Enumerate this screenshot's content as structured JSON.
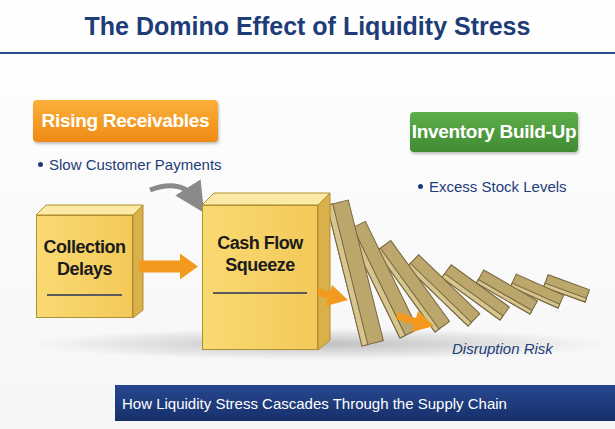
{
  "diagram": {
    "title": "The Domino Effect of Liquidity Stress",
    "caption": "How Liquidity Stress Cascades Through the Supply Chain",
    "nodes": [
      {
        "text": [
          "Rising Receivables"
        ]
      },
      {
        "text": [
          "Inventory Build-Up"
        ]
      },
      {
        "text": [
          "Collection Delays"
        ]
      },
      {
        "text": [
          "Cash Flow Squeeze"
        ]
      }
    ],
    "edges": [
      {
        "from": 2,
        "to": 3,
        "arrow": "to"
      }
    ],
    "labels": [
      "Slow Customer Payments",
      "Excess Stock Levels",
      "Disruption Risk"
    ]
  }
}
